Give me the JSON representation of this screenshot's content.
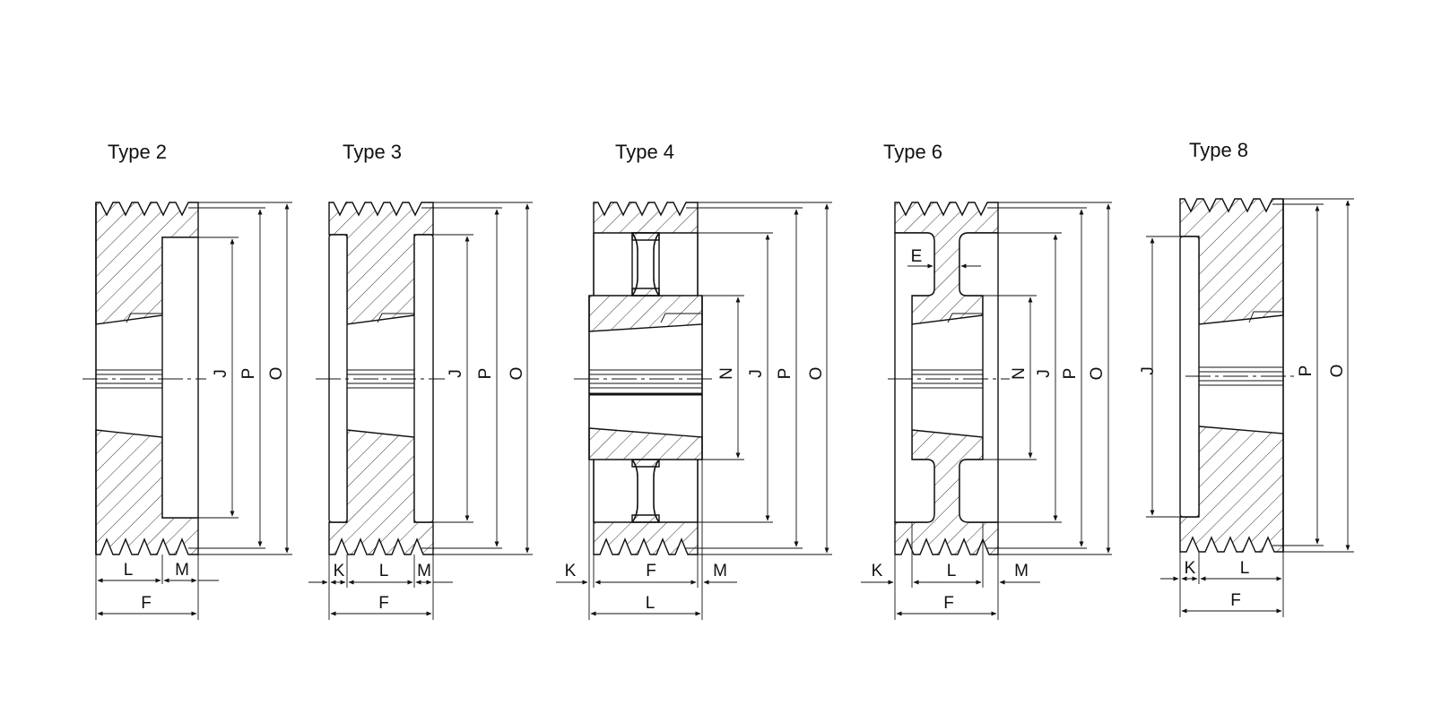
{
  "types": [
    {
      "title": "Type 2",
      "bottom_dims": [
        "L",
        "M",
        "F"
      ],
      "vertical_dims": [
        "J",
        "P",
        "O"
      ]
    },
    {
      "title": "Type 3",
      "bottom_dims": [
        "K",
        "L",
        "M",
        "F"
      ],
      "vertical_dims": [
        "J",
        "P",
        "O"
      ]
    },
    {
      "title": "Type 4",
      "bottom_dims": [
        "K",
        "F",
        "M",
        "L"
      ],
      "vertical_dims": [
        "N",
        "J",
        "P",
        "O"
      ]
    },
    {
      "title": "Type 6",
      "inner_dim": "E",
      "bottom_dims": [
        "K",
        "L",
        "M",
        "F"
      ],
      "vertical_dims": [
        "N",
        "J",
        "P",
        "O"
      ]
    },
    {
      "title": "Type 8",
      "bottom_dims": [
        "K",
        "L",
        "F"
      ],
      "vertical_dims": [
        "J",
        "P",
        "O"
      ]
    }
  ]
}
